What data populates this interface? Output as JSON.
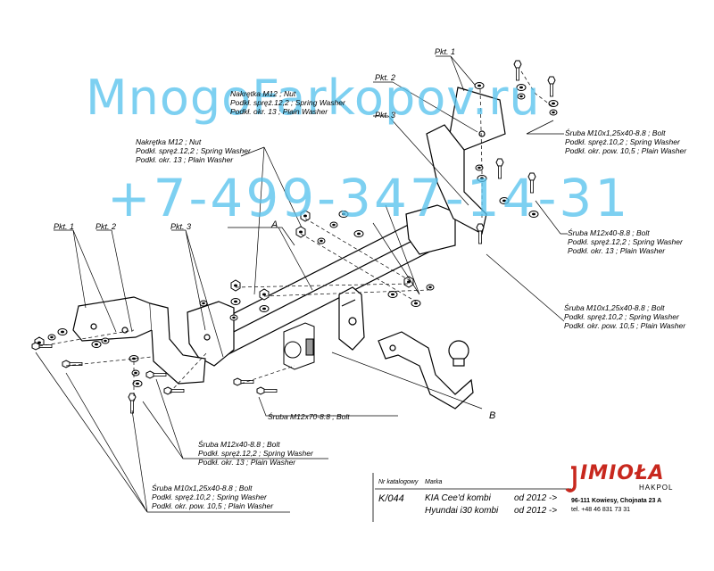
{
  "watermark": {
    "site": "MnogoFarkopov.ru",
    "phone": "+7-499-347-14-31"
  },
  "labels": {
    "pkt1_top": "Pkt. 1",
    "pkt2_top": "Pkt. 2",
    "pkt3_top": "Pkt. 3",
    "pkt1_left": "Pkt. 1",
    "pkt2_left": "Pkt. 2",
    "pkt3_left": "Pkt. 3",
    "part_a": "A",
    "part_b": "B",
    "nut_top": [
      "Nakrętka  M12 ; Nut",
      "Podkł. spręż.12,2 ; Spring Washer",
      "Podkł. okr. 13 ; Plain Washer"
    ],
    "nut_left": [
      "Nakrętka  M12 ; Nut",
      "Podkł. spręż.12,2 ; Spring Washer",
      "Podkł. okr. 13 ; Plain Washer"
    ],
    "bolt_m10_top": [
      "Śruba M10x1,25x40-8.8 ;  Bolt",
      "Podkł. spręż.10,2 ; Spring Washer",
      "Podkł. okr. pow. 10,5 ; Plain Washer"
    ],
    "bolt_m12_right": [
      "Śruba M12x40-8.8 ;  Bolt",
      "Podkł. spręż.12,2 ; Spring Washer",
      "Podkł. okr. 13 ; Plain Washer"
    ],
    "bolt_m10_right": [
      "Śruba M10x1,25x40-8.8 ;  Bolt",
      "Podkł. spręż.10,2 ; Spring Washer",
      "Podkł. okr. pow. 10,5 ; Plain Washer"
    ],
    "bolt_m12x70": "Śruba M12x70-8.8 ;  Bolt",
    "bolt_m12_bottom": [
      "Śruba M12x40-8.8 ;  Bolt",
      "Podkł. spręż.12,2 ; Spring Washer",
      "Podkł. okr. 13 ; Plain Washer"
    ],
    "bolt_m10_bottom": [
      "Śruba M10x1,25x40-8.8 ;  Bolt",
      "Podkł. spręż.10,2 ; Spring Washer",
      "Podkł. okr. pow. 10,5 ; Plain Washer"
    ]
  },
  "catalog": {
    "nr_label": "Nr katalogowy",
    "marka_label": "Marka",
    "number": "K/044",
    "models": [
      {
        "name": "KIA Cee'd kombi",
        "from": "od 2012 ->"
      },
      {
        "name": "Hyundai i30 kombi",
        "from": "od 2012 ->"
      }
    ]
  },
  "brand": {
    "logo": "IMIOŁA",
    "sub": "HAKPOL",
    "address": "96-111 Kowiesy, Chojnata 23 A",
    "phone": "tel. +48 46 831 73 31"
  }
}
